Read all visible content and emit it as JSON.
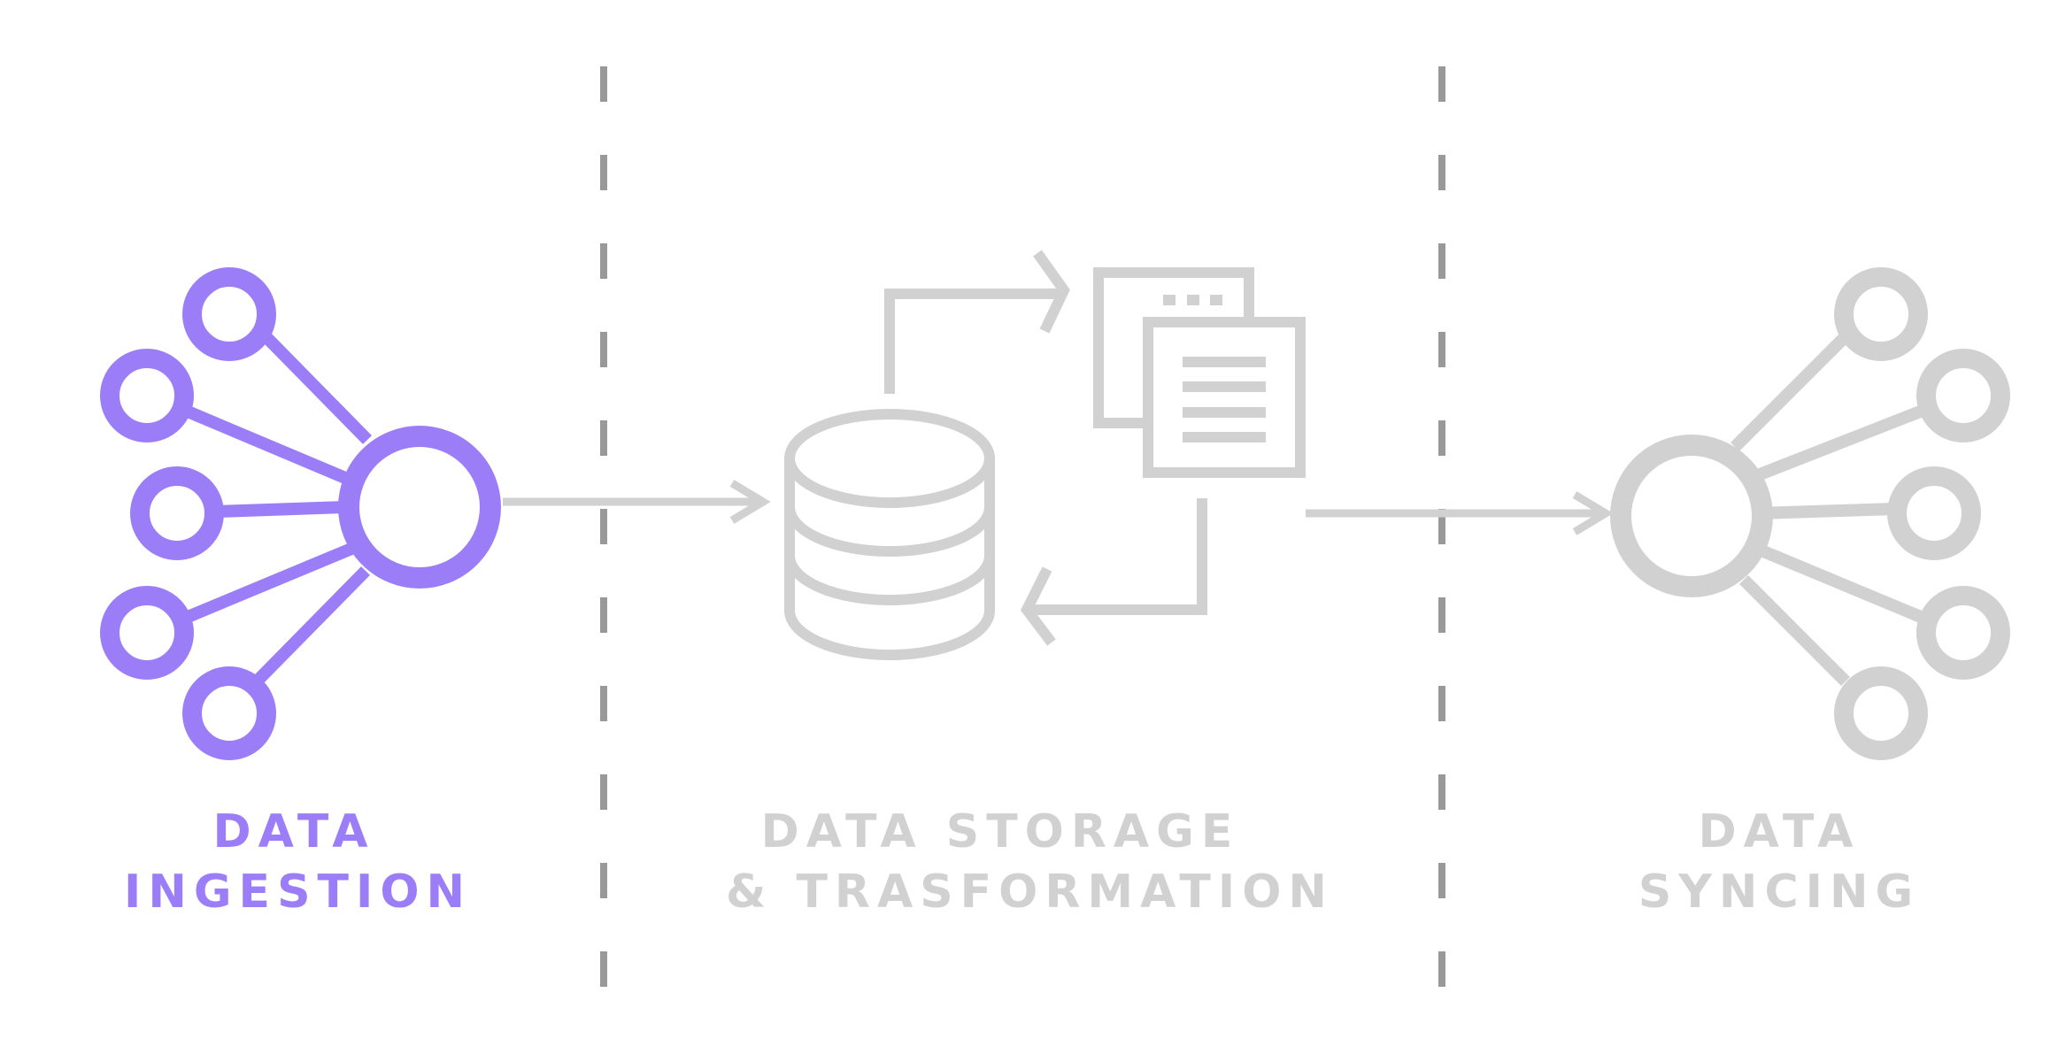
{
  "stages": [
    {
      "id": "ingestion",
      "line1": "DATA",
      "line2": "INGESTION",
      "color": "#9b7ef7",
      "active": true
    },
    {
      "id": "storage",
      "line1": "DATA STORAGE",
      "line2": "& TRASFORMATION",
      "color": "#d0d1d0",
      "active": false
    },
    {
      "id": "syncing",
      "line1": "DATA",
      "line2": "SYNCING",
      "color": "#d0d1d0",
      "active": false
    }
  ],
  "colors": {
    "active": "#9b7ef7",
    "inactive": "#d0d1d0",
    "divider": "#999999",
    "background": "#ffffff"
  },
  "icons": {
    "ingestion": "network-hub-icon",
    "storage": "database-icon",
    "transformation": "documents-icon",
    "syncing": "network-hub-icon"
  }
}
